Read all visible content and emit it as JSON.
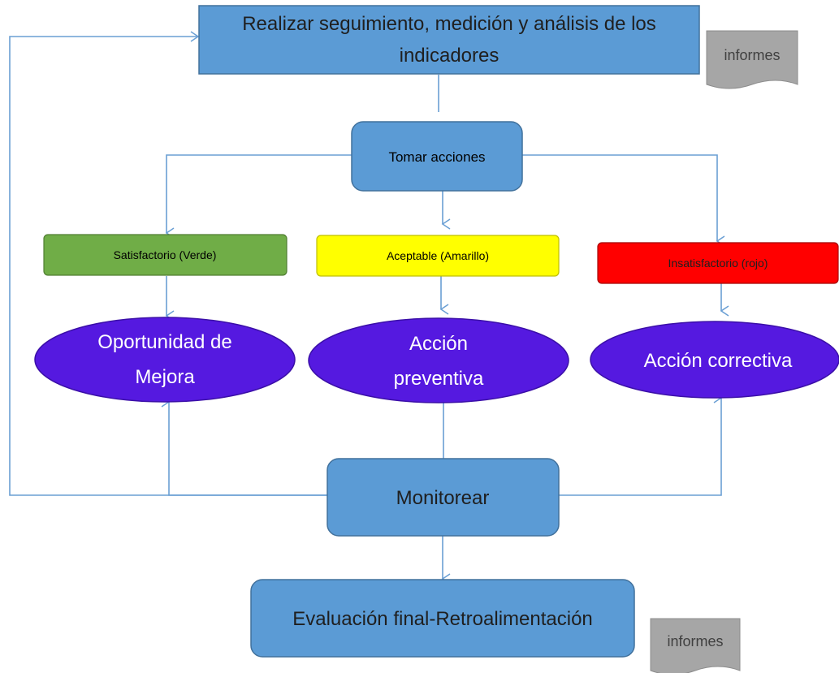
{
  "nodes": {
    "seguimiento": {
      "line1": "Realizar seguimiento,  medición  y análisis de los",
      "line2": "indicadores"
    },
    "informes_top": {
      "label": "informes"
    },
    "tomar_acciones": {
      "label": "Tomar acciones"
    },
    "satisfactorio": {
      "label": "Satisfactorio (Verde)"
    },
    "aceptable": {
      "label": "Aceptable (Amarillo)"
    },
    "insatisfactorio": {
      "label": "Insatisfactorio (rojo)"
    },
    "oportunidad": {
      "line1": "Oportunidad de",
      "line2": "Mejora"
    },
    "preventiva": {
      "line1": "Acción",
      "line2": "preventiva"
    },
    "correctiva": {
      "label": "Acción correctiva"
    },
    "monitorear": {
      "label": "Monitorear"
    },
    "evaluacion": {
      "label": "Evaluación final-Retroalimentación"
    },
    "informes_bottom": {
      "label": "informes"
    }
  },
  "colors": {
    "box_blue": "#5b9bd5",
    "box_border": "#41719c",
    "green": "#70ad47",
    "yellow": "#ffff00",
    "red": "#ff0000",
    "ellipse": "#5519e0",
    "connector": "#6a9fd4",
    "doc_gray": "#a6a6a6"
  }
}
